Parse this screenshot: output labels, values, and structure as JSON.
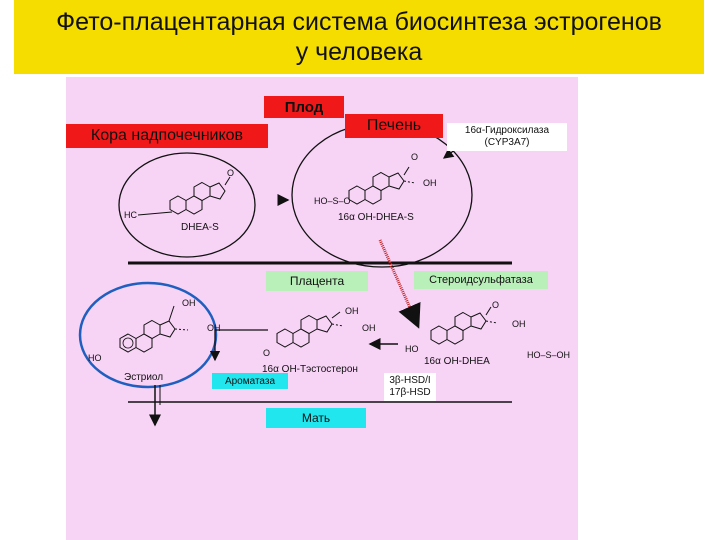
{
  "title": {
    "line1": "Фето-плацентарная система биосинтеза эстрогенов",
    "line2": "у человека"
  },
  "labels": {
    "fetus": "Плод",
    "adrenal_cortex": "Кора надпочечников",
    "liver": "Печень",
    "hydroxylase_line1": "16α-Гидроксилаза",
    "hydroxylase_line2": "(CYP3A7)",
    "placenta": "Плацента",
    "sulfatase": "Стероидсульфатаза",
    "aromatase": "Ароматаза",
    "hsd_line1": "3β-HSD/I",
    "hsd_line2": "17β-HSD",
    "mother": "Мать"
  },
  "molecules": {
    "dhea_s": "DHEA-S",
    "oh_dhea_s": "16α OH-DHEA-S",
    "oh_dhea": "16α OH-DHEA",
    "oh_testosterone": "16α OH-Тэстостерон",
    "estriol": "Эстриол"
  },
  "chem_text": {
    "oh": "OH",
    "ho": "HO",
    "hc": "HC",
    "o": "O",
    "s": "S",
    "ho_s_oh": "HO–S–OH",
    "ho_s": "HO–S–O"
  },
  "colors": {
    "title_bg": "#f6dd00",
    "panel_bg": "#f7d3f5",
    "fetus_label": "#f01818",
    "placenta_label": "#b9f0b9",
    "mother_label": "#22e6ee",
    "estriol_circle": "#1f5fbf",
    "divider": "#111111"
  }
}
